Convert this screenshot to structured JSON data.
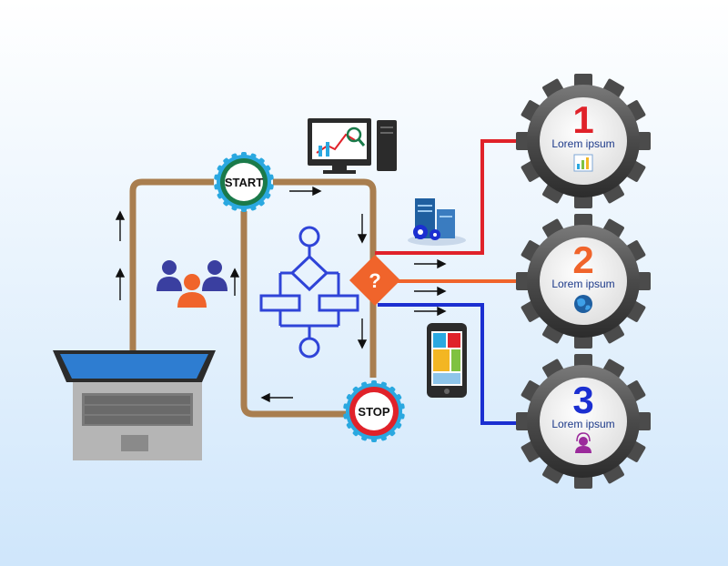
{
  "start_label": "START",
  "stop_label": "STOP",
  "decision_symbol": "?",
  "gears": [
    {
      "number": "1",
      "label": "Lorem ipsum",
      "number_color": "#e0222a",
      "icon": "report-chart-icon"
    },
    {
      "number": "2",
      "label": "Lorem ipsum",
      "number_color": "#f0642b",
      "icon": "globe-icon"
    },
    {
      "number": "3",
      "label": "Lorem ipsum",
      "number_color": "#1b2fd1",
      "icon": "support-agent-icon"
    }
  ],
  "colors": {
    "flow_loop": "#a97e4f",
    "branch_1": "#e0222a",
    "branch_2": "#f0642b",
    "branch_3": "#1b2fd1",
    "start_ring": "#1a7a4a",
    "stop_ring": "#e0222a",
    "badge_gear": "#2aa8e0",
    "decision": "#f0642b",
    "flowchart": "#2f44d8"
  },
  "icons": [
    "laptop-icon",
    "desktop-analytics-icon",
    "servers-icon",
    "team-icon",
    "tablet-icon",
    "flowchart-icon"
  ]
}
